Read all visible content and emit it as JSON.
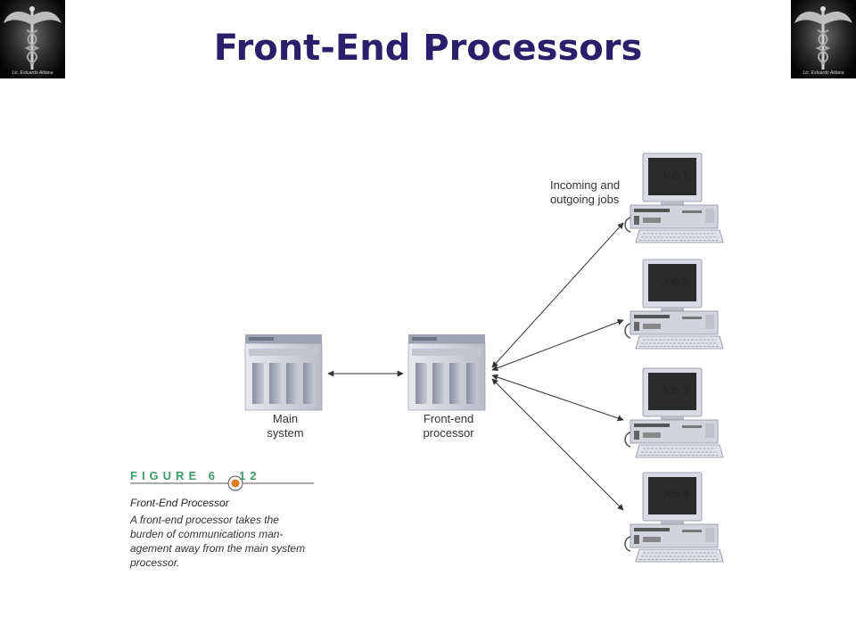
{
  "header": {
    "title": "Front-End Processors",
    "logo_caption": "Lic. Estuardo Aldana"
  },
  "diagram": {
    "main_system_label": [
      "Main",
      "system"
    ],
    "front_end_label": [
      "Front-end",
      "processor"
    ],
    "jobs_label": [
      "Incoming and",
      "outgoing jobs"
    ],
    "jobs": [
      "Job 1",
      "Job 2",
      "Job 3",
      "Job 4"
    ]
  },
  "figure": {
    "heading_prefix": "FIGURE 6",
    "heading_suffix": "12",
    "title": "Front-End Processor",
    "caption": "A front-end processor takes the burden of communications man-agement away from the main system processor."
  },
  "colors": {
    "title": "#2b1f6b",
    "figure_heading": "#3f9a6a",
    "figure_marker": "#e07a1f",
    "server_body": "#cfd2dc",
    "screen": "#2a2a2a"
  },
  "icons": [
    "caduceus-logo-icon",
    "server-icon",
    "desktop-computer-icon",
    "keyboard-icon"
  ]
}
